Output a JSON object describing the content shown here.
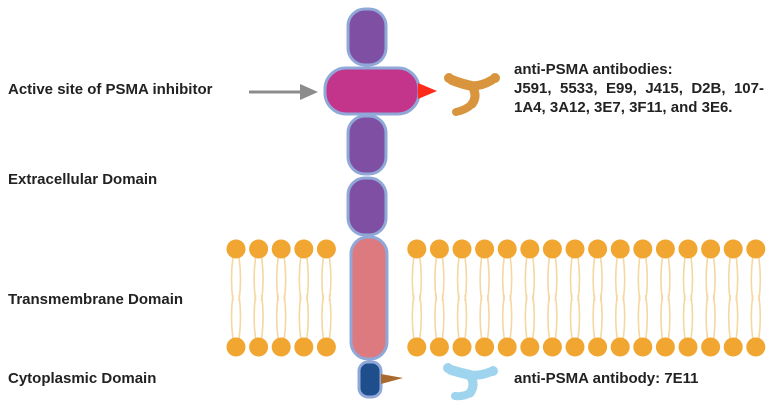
{
  "labels": {
    "active_site": "Active site of PSMA inhibitor",
    "extracellular": "Extracellular Domain",
    "transmembrane": "Transmembrane Domain",
    "cytoplasmic": "Cytoplasmic Domain"
  },
  "antibodies_extracellular": {
    "title": "anti-PSMA antibodies:",
    "list": "J591, 5533, E99, J415, D2B, 107-1A4, 3A12, 3E7, 3F11, and 3E6."
  },
  "antibody_cytoplasmic": "anti-PSMA antibody: 7E11",
  "colors": {
    "extracellular_domain": "#7e4fa3",
    "active_site_domain": "#c2358a",
    "transmembrane_domain": "#dc7a80",
    "cytoplasmic_domain": "#1f4e8c",
    "domain_outline": "#8fa8d8",
    "lipid_head": "#f0a630",
    "lipid_tail": "#f5d7a0",
    "antibody_extracellular": "#d8953d",
    "antibody_cytoplasmic": "#9fd4ee",
    "active_site_marker": "#ff2a1a",
    "pointer_arrow": "#8c8c8c"
  }
}
